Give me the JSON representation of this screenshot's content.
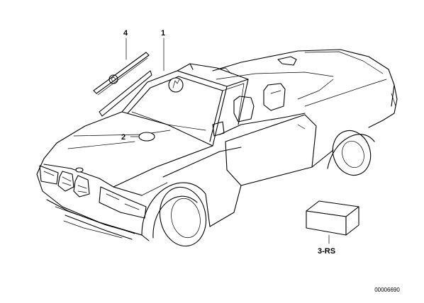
{
  "diagram": {
    "callouts": [
      {
        "id": "1",
        "label": "1"
      },
      {
        "id": "2",
        "label": "2"
      },
      {
        "id": "3",
        "label": "3-RS"
      },
      {
        "id": "4",
        "label": "4"
      }
    ],
    "drawing_number": "00006690"
  }
}
